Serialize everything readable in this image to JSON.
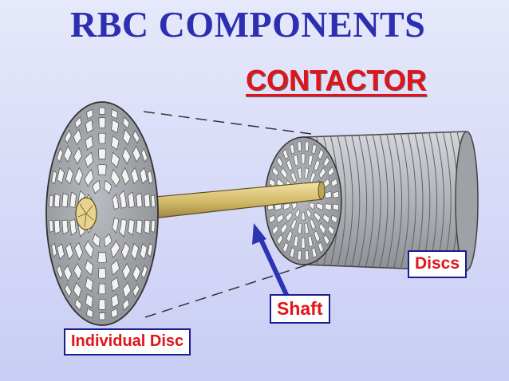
{
  "title": "RBC COMPONENTS",
  "subtitle": "CONTACTOR",
  "labels": {
    "discs": "Discs",
    "shaft": "Shaft",
    "individual_disc": "Individual Disc"
  },
  "colors": {
    "title": "#2b2fb0",
    "subtitle": "#e0141b",
    "label_text": "#e0141b",
    "label_border": "#1c1c8c",
    "arrow": "#2b34b4",
    "shaft": "#d8c276",
    "disc": "#a9adb3",
    "background": "#d6d9f7"
  }
}
